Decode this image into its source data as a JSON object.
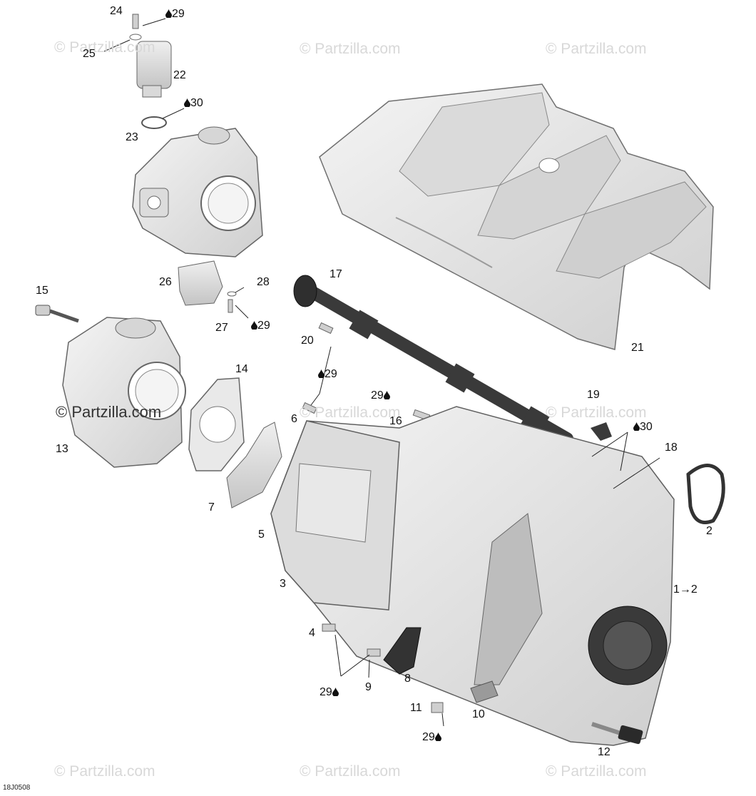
{
  "watermarks": [
    "© Partzilla.com",
    "© Partzilla.com",
    "© Partzilla.com",
    "© Partzilla.com",
    "© Partzilla.com",
    "© Partzilla.com",
    "© Partzilla.com",
    "© Partzilla.com",
    "© Partzilla.com"
  ],
  "callouts": {
    "c1": "1",
    "c2": "2",
    "c3": "3",
    "c4": "4",
    "c5": "5",
    "c6": "6",
    "c7": "7",
    "c8": "8",
    "c9": "9",
    "c10": "10",
    "c11": "11",
    "c12": "12",
    "c13": "13",
    "c14": "14",
    "c15": "15",
    "c16": "16",
    "c17": "17",
    "c18": "18",
    "c19": "19",
    "c20": "20",
    "c21": "21",
    "c22": "22",
    "c23": "23",
    "c24": "24",
    "c25": "25",
    "c26": "26",
    "c27": "27",
    "c28": "28",
    "arrow_ref": "1→2"
  },
  "lubricant_refs": {
    "r29a": "29",
    "r30a": "30",
    "r29b": "29",
    "r29c": "29",
    "r29d": "29",
    "r30b": "30",
    "r29e": "29",
    "r29f": "29"
  },
  "diagram_code": "18J0508",
  "colors": {
    "part_fill": "#e6e6e6",
    "part_stroke": "#6a6a6a",
    "dark_part": "#3a3a3a",
    "leader": "#222222"
  }
}
